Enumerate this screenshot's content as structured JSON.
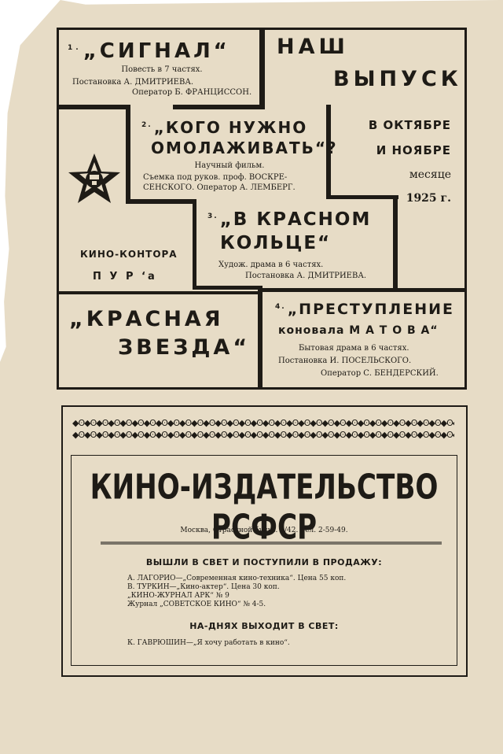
{
  "film1": {
    "number": "1.",
    "title": "„СИГНАЛ“",
    "line1": "Повесть в 7 частях.",
    "line2": "Постановка А. ДМИТРИЕВА.",
    "line3": "Оператор Б. ФРАНЦИССОН."
  },
  "release": {
    "line1": "НАШ",
    "line2": "ВЫПУСК",
    "line3": "В ОКТЯБРЕ",
    "line4": "И НОЯБРЕ",
    "line5": "месяце",
    "line6": "1925 г."
  },
  "film2": {
    "number": "2.",
    "title_line1": "„КОГО НУЖНО",
    "title_line2": "ОМОЛАЖИВАТЬ“?",
    "line1": "Научный фильм.",
    "line2": "Съемка под руков. проф. ВОСКРЕ-",
    "line3": "СЕНСКОГО. Оператор А. ЛЕМБЕРГ."
  },
  "film3": {
    "number": "3.",
    "title_line1": "„В КРАСНОМ",
    "title_line2": "КОЛЬЦЕ“",
    "line1": "Худож. драма в 6 частях.",
    "line2": "Постановка А. ДМИТРИЕВА."
  },
  "studio": {
    "line1": "КИНО-КОНТОРА",
    "line2": "П У Р ‘а",
    "name_line1": "„КРАСНАЯ",
    "name_line2": "ЗВЕЗДА“"
  },
  "film4": {
    "number": "4.",
    "title_line1": "„ПРЕСТУПЛЕНИЕ",
    "title_line2": "коновала М А Т О В А“",
    "line1": "Бытовая драма в 6 частях.",
    "line2": "Постановка И. ПОСЕЛЬСКОГО.",
    "line3": "Оператор С. БЕНДЕРСКИЙ."
  },
  "publisher": {
    "diamonds": "◆ʘ◆ʘ◆ʘ◆ʘ◆ʘ◆ʘ◆ʘ◆ʘ◆ʘ◆ʘ◆ʘ◆ʘ◆ʘ◆ʘ◆ʘ◆ʘ◆ʘ◆ʘ◆ʘ◆ʘ◆ʘ◆ʘ◆ʘ◆ʘ◆ʘ◆ʘ◆ʘ◆ʘ◆ʘ◆ʘ◆ʘ◆ʘ◆ʘ◆ʘ◆ʘ◆ʘ◆ʘ◆ʘ◆ʘ◆ʘ◆ʘ◆ʘ◆",
    "name": "КИНО-ИЗДАТЕЛЬСТВО РСФСР",
    "address": "Москва, Страстной бульв. 2/42. Тел. 2-59-49.",
    "heading1": "ВЫШЛИ В СВЕТ И ПОСТУПИЛИ В ПРОДАЖУ:",
    "items": [
      "А. ЛАГОРИО—„Современная кино-техника“. Цена 55 коп.",
      "В. ТУРКИН—„Кино-актер“. Цена 30 коп.",
      "„КИНО-ЖУРНАЛ АРК“ № 9",
      "Журнал „СОВЕТСКОЕ КИНО“ № 4-5."
    ],
    "heading2": "НА-ДНЯХ ВЫХОДИТ В СВЕТ:",
    "upcoming": "К. ГАВРЮШИН—„Я хочу работать в кино“."
  },
  "colors": {
    "paper": "#e7dcc6",
    "ink": "#1e1b16"
  }
}
